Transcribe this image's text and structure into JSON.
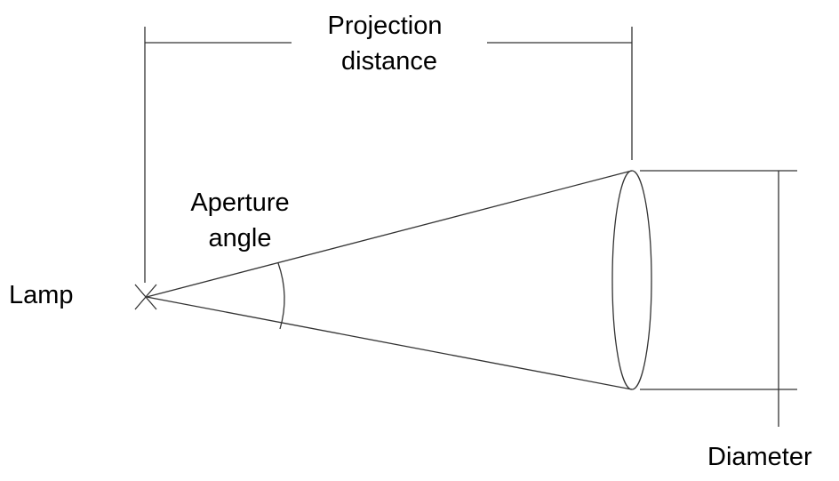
{
  "labels": {
    "projection_line1": "Projection",
    "projection_line2": "distance",
    "aperture_line1": "Aperture",
    "aperture_line2": "angle",
    "lamp": "Lamp",
    "diameter": "Diameter"
  },
  "colors": {
    "line": "#333333",
    "text": "#000000",
    "background": "#ffffff"
  }
}
